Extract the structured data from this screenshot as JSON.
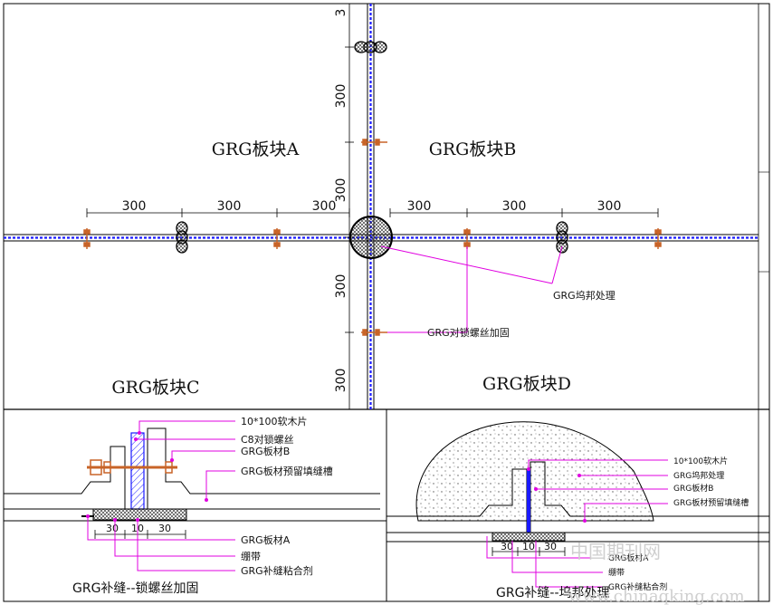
{
  "top_plan": {
    "top_dimension_marker": "3",
    "horizontal_dimensions": [
      "300",
      "300",
      "300",
      "300",
      "300",
      "300"
    ],
    "vertical_dimensions": [
      "300",
      "300",
      "300",
      "300"
    ],
    "panels": {
      "a": "GRG板块A",
      "b": "GRG板块B",
      "c": "GRG板块C",
      "d": "GRG板块D"
    },
    "callouts": {
      "filler_treatment": "GRG坞邦处理",
      "lock_screw_reinforcement": "GRG对锁螺丝加固"
    }
  },
  "detail_left": {
    "labels": {
      "wood_strip": "10*100软木片",
      "lock_screw": "C8对锁螺丝",
      "board_b": "GRG板材B",
      "reserved_groove": "GRG板材预留填缝槽",
      "board_a": "GRG板材A",
      "bandage": "绷带",
      "joint_adhesive": "GRG补缝粘合剂"
    },
    "dimensions": [
      "30",
      "10",
      "30"
    ],
    "title": "GRG补缝--锁螺丝加固"
  },
  "detail_right": {
    "labels": {
      "wood_strip": "10*100软木片",
      "filler_treatment": "GRG坞邦处理",
      "board_b": "GRG板材B",
      "reserved_groove": "GRG板材预留填缝槽",
      "board_a": "GRG板材A",
      "bandage": "绷带",
      "joint_adhesive": "GRG补缝粘合剂"
    },
    "dimensions": [
      "30",
      "10",
      "30"
    ],
    "title": "GRG补缝--坞邦处理"
  },
  "watermark": {
    "cn": "中国期刊网",
    "url": "www.chinaqking.com"
  },
  "colors": {
    "line": "#000000",
    "leader": "#e000e0",
    "joint_blue": "#1a1aff",
    "screw": "#c86428",
    "watermark": "#cfcfcf"
  }
}
